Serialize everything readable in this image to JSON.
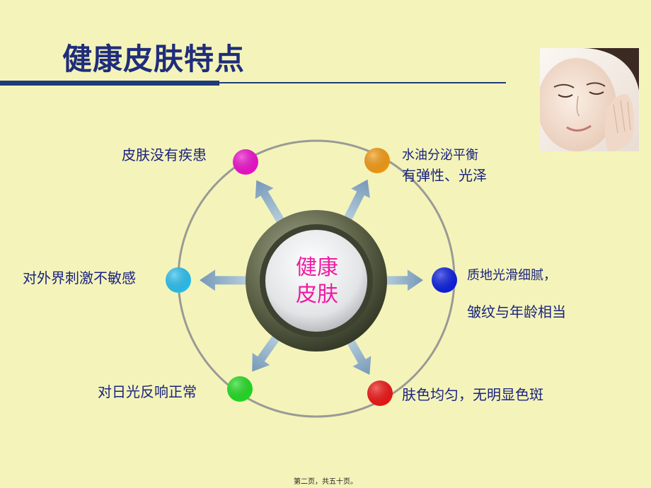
{
  "slide": {
    "title": "健康皮肤特点",
    "footer": "第二页，共五十页。"
  },
  "diagram": {
    "center": [
      "健康",
      "皮肤"
    ],
    "nodes": [
      {
        "name": "no-disease",
        "color": "#ee10cc",
        "text": "皮肤没有疾患"
      },
      {
        "name": "balance",
        "color": "#f49a12",
        "text": [
          "水油分泌平衡",
          "有弹性、光泽"
        ]
      },
      {
        "name": "insensitive",
        "color": "#2bc0f0",
        "text": "对外界刺激不敏感"
      },
      {
        "name": "texture",
        "color": "#0b1fe0",
        "text": [
          "质地光滑细腻，",
          "皱纹与年龄相当"
        ]
      },
      {
        "name": "sun-response",
        "color": "#22dc22",
        "text": "对日光反响正常"
      },
      {
        "name": "even-color",
        "color": "#ee1414",
        "text": "肤色均匀，无明显色斑"
      }
    ]
  }
}
